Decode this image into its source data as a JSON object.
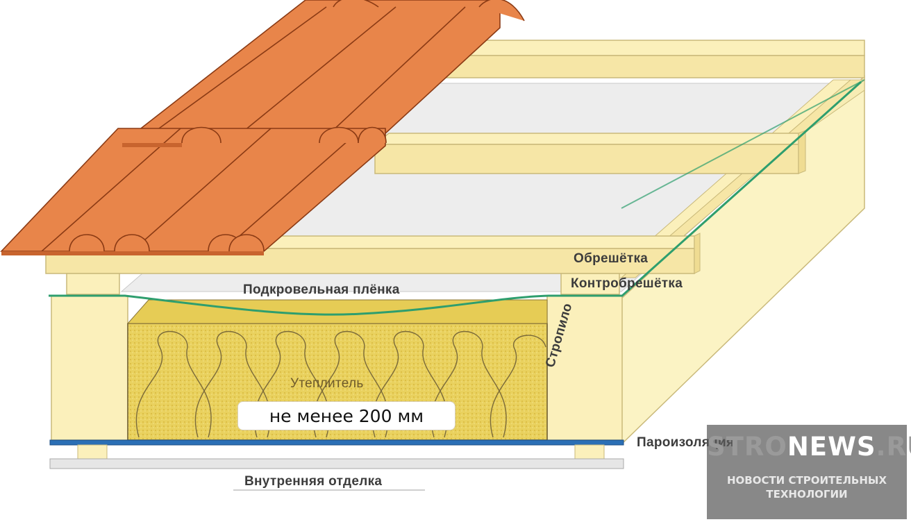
{
  "labels": {
    "batten": "Обрешётка",
    "counter_batten": "Контробрешётка",
    "membrane": "Подкровельная плёнка",
    "insulation": "Утеплитель",
    "rafter": "Стропило",
    "vapor_barrier": "Пароизоляция",
    "interior_finish": "Внутренняя отделка"
  },
  "thickness_note": "не менее 200 мм",
  "brand": {
    "logo_part1": "STRO",
    "logo_part2": "NEWS",
    "logo_part3": ".RU",
    "tagline_line1": "НОВОСТИ СТРОИТЕЛЬНЫХ",
    "tagline_line2": "ТЕХНОЛОГИИ"
  },
  "colors": {
    "wood": "#fbf0bb",
    "wood_edge": "#c9b97a",
    "tile": "#e8854a",
    "membrane_line": "#2e9e6e",
    "vapor_line": "#2b6fb5",
    "insulation": "#e8cf58"
  }
}
